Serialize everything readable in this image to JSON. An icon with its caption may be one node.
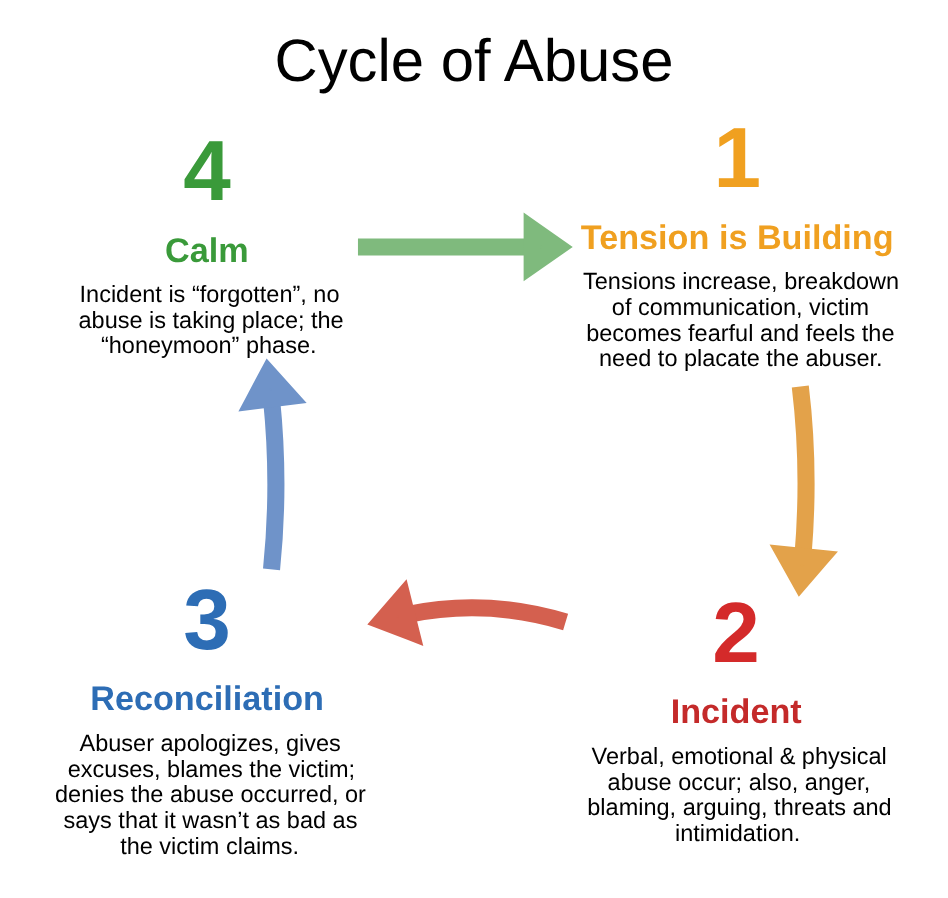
{
  "diagram": {
    "title": "Cycle of Abuse",
    "nodes": [
      {
        "text": [
          "1"
        ],
        "beside": [
          "Tension is Building",
          "Tensions increase, breakdown of communication, victim becomes fearful and feels the need to placate the abuser."
        ]
      },
      {
        "text": [
          "2"
        ],
        "beside": [
          "Incident",
          "Verbal, emotional & physical abuse occur; also, anger, blaming, arguing, threats and intimidation."
        ]
      },
      {
        "text": [
          "3"
        ],
        "beside": [
          "Reconciliation",
          "Abuser apologizes, gives excuses, blames the victim; denies the abuse occurred, or says that it wasn’t as bad as the victim claims."
        ]
      },
      {
        "text": [
          "4"
        ],
        "beside": [
          "Calm",
          "Incident is “forgotten”, no abuse is taking place; the “honeymoon” phase."
        ]
      }
    ],
    "edges": [
      {
        "from": 0,
        "to": 1,
        "arrow": "to",
        "color": "#e3a24a"
      },
      {
        "from": 1,
        "to": 2,
        "arrow": "to",
        "color": "#d4604f"
      },
      {
        "from": 2,
        "to": 3,
        "arrow": "to",
        "color": "#6f93c9"
      },
      {
        "from": 3,
        "to": 0,
        "arrow": "to",
        "color": "#7fba7d"
      }
    ]
  }
}
